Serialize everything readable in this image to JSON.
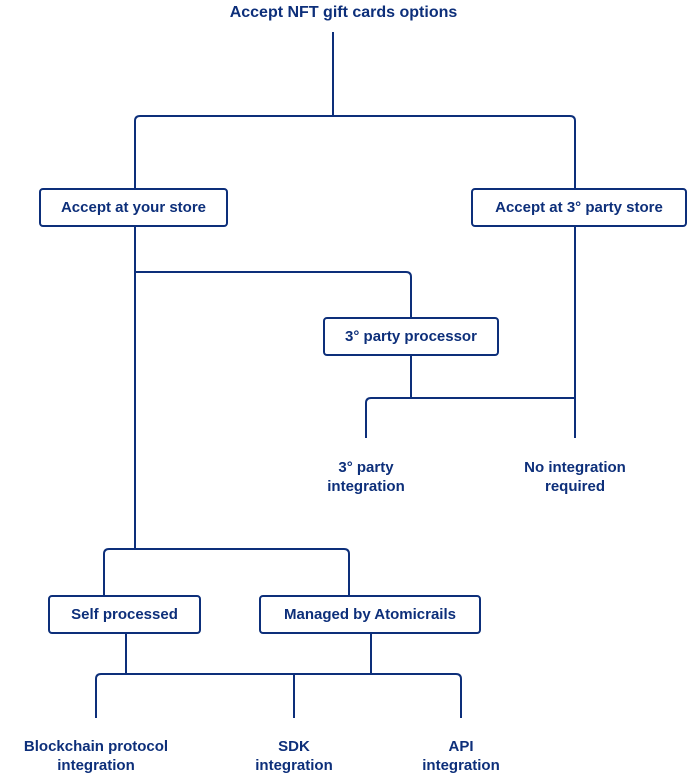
{
  "diagram": {
    "title": "Accept NFT gift cards options",
    "nodes": {
      "accept_store": "Accept at your store",
      "accept_third_party_store": "Accept at 3° party store",
      "third_party_processor": "3° party processor",
      "self_processed": "Self processed",
      "managed_by_atomicrails": "Managed by Atomicrails"
    },
    "leaves": {
      "third_party_integration": [
        "3° party",
        "integration"
      ],
      "no_integration_required": [
        "No integration",
        "required"
      ],
      "blockchain_protocol_integration": [
        "Blockchain protocol",
        "integration"
      ],
      "sdk_integration": [
        "SDK",
        "integration"
      ],
      "api_integration": [
        "API",
        "integration"
      ]
    }
  },
  "colors": {
    "primary": "#0d2f7a",
    "background": "#ffffff"
  }
}
